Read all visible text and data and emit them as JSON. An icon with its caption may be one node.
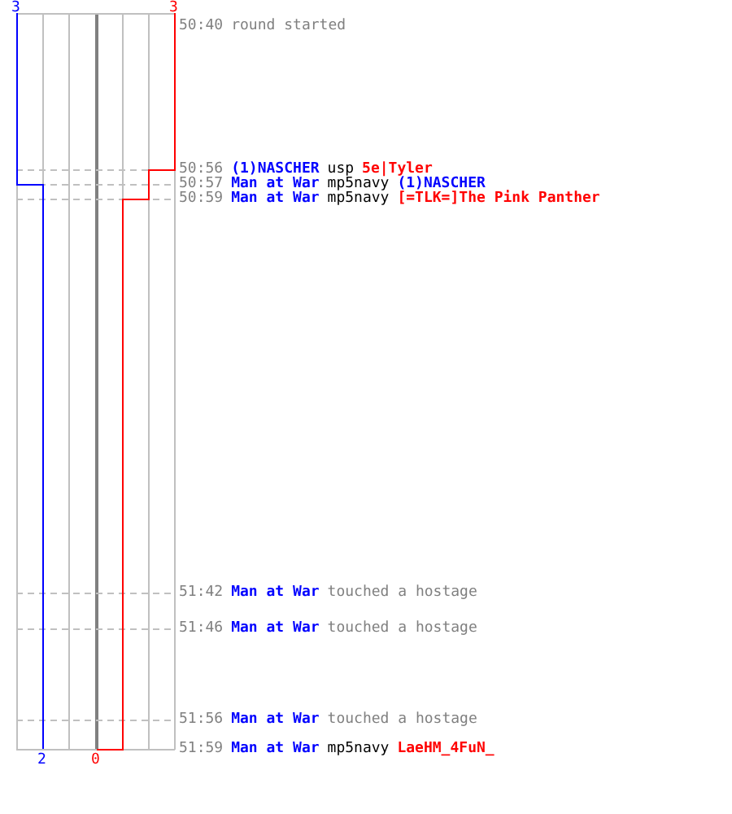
{
  "diagram": {
    "labels": [
      "3",
      "3",
      "50:40",
      "round started",
      "50:56",
      "(1)NASCHER",
      "usp",
      "5e|Tyler",
      "50:57",
      "Man at War",
      "mp5navy",
      "(1)NASCHER",
      "50:59",
      "Man at War",
      "mp5navy",
      "[=TLK=]The Pink Panther",
      "51:42",
      "Man at War",
      "touched a hostage",
      "51:46",
      "Man at War",
      "touched a hostage",
      "51:56",
      "Man at War",
      "touched a hostage",
      "51:59",
      "Man at War",
      "mp5navy",
      "LaeHM_4FuN_",
      "2",
      "0"
    ]
  }
}
